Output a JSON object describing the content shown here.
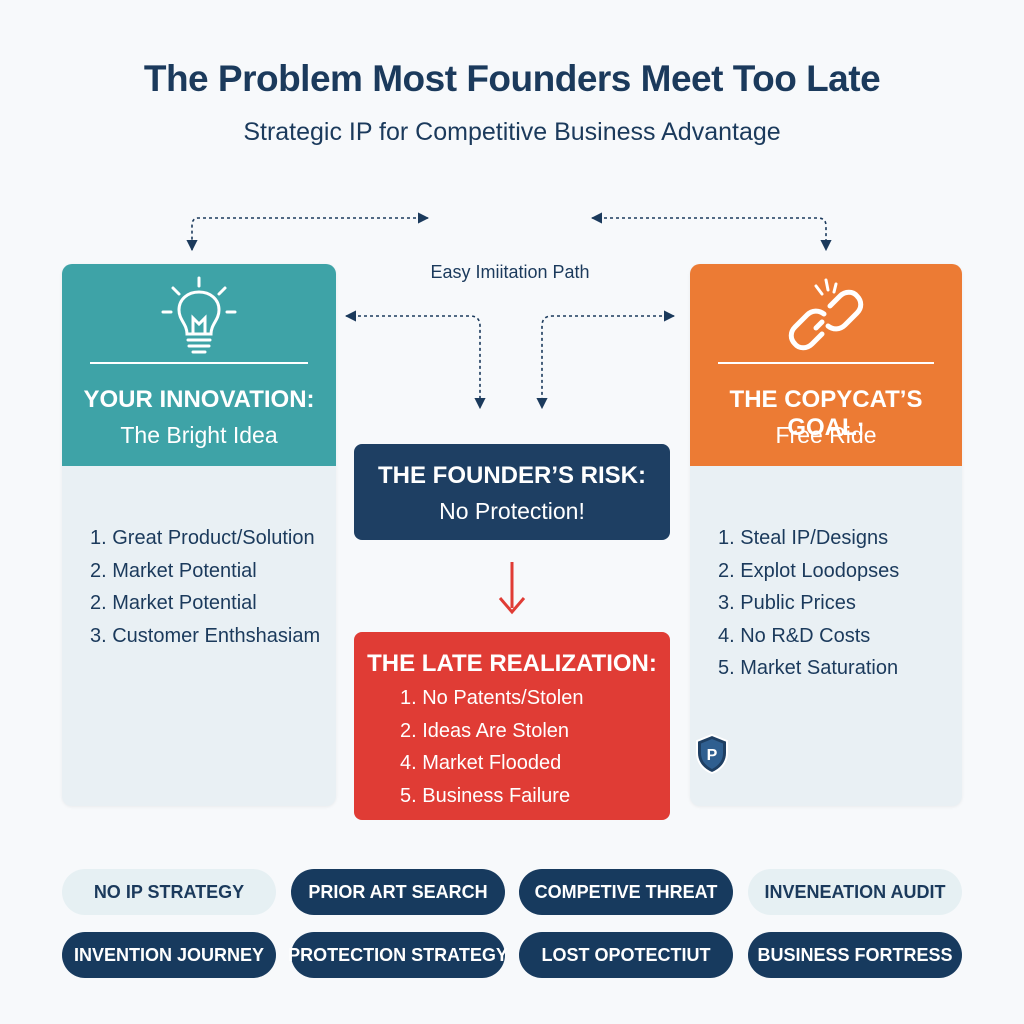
{
  "header": {
    "title": "The Problem Most Founders Meet Too Late",
    "subtitle": "Strategic IP for Competitive Business Advantage"
  },
  "connector_label": "Easy Imiitation Path",
  "left_card": {
    "icon": "lightbulb-icon",
    "title": "YOUR INNOVATION:",
    "subtitle": "The Bright Idea",
    "items": [
      "1. Great Product/Solution",
      "2. Market Potential",
      "2. Market Potential",
      "3. Customer Enthshasiam"
    ]
  },
  "risk_box": {
    "title": "THE FOUNDER’S RISK:",
    "subtitle": "No Protection!"
  },
  "late_box": {
    "title": "THE LATE REALIZATION:",
    "items": [
      "1. No Patents/Stolen",
      "2. Ideas Are Stolen",
      "4. Market Flooded",
      "5. Business Failure"
    ]
  },
  "right_card": {
    "icon": "broken-link-icon",
    "title": "THE COPYCAT’S GOAL:",
    "subtitle": "Free Ride",
    "items": [
      "1. Steal IP/Designs",
      "2. Explot Loodopses",
      "3. Public Prices",
      "4. No R&D Costs",
      "5. Market Saturation"
    ],
    "badge_icon": "shield-p-icon",
    "badge_letter": "P"
  },
  "pills": [
    {
      "label": "NO IP STRATEGY",
      "style": "light"
    },
    {
      "label": "PRIOR ART SEARCH",
      "style": "dark"
    },
    {
      "label": "COMPETIVE THREAT",
      "style": "dark"
    },
    {
      "label": "INVENEATION AUDIT",
      "style": "light"
    },
    {
      "label": "INVENTION JOURNEY",
      "style": "dark"
    },
    {
      "label": "PROTECTION STRATEGY",
      "style": "dark"
    },
    {
      "label": "LOST OPOTECTIUT",
      "style": "dark"
    },
    {
      "label": "BUSINESS FORTRESS",
      "style": "dark"
    }
  ],
  "colors": {
    "navy": "#1e3f63",
    "teal": "#3ea3a7",
    "orange": "#ec7b34",
    "red": "#e03c35",
    "light": "#e6f0f3"
  }
}
